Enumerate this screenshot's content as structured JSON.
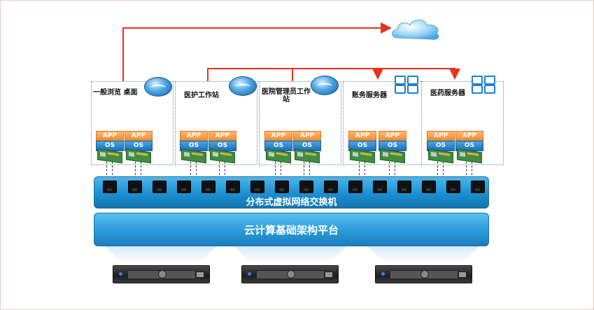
{
  "groups": [
    {
      "label": "一般浏览 桌面",
      "icon": "switch-icon"
    },
    {
      "label": "医护工作站",
      "icon": "switch-icon"
    },
    {
      "label": "医院管理员工作站",
      "icon": "switch-icon"
    },
    {
      "label": "账务服务器",
      "icon": "server-icon"
    },
    {
      "label": "医药服务器",
      "icon": "server-icon"
    }
  ],
  "vm": {
    "app": "APP",
    "os": "OS"
  },
  "switch_label": "分布式虚拟网络交换机",
  "platform_label": "云计算基础架构平台",
  "colors": {
    "link": "#e8321e",
    "switch_bar": "#1a8fd0",
    "app": "#f08a2a",
    "os": "#1a6fb8"
  },
  "icons": [
    "cloud-icon",
    "virtual-switch-icon",
    "server-grid-icon",
    "network-card-icon",
    "hardware-server-icon"
  ]
}
